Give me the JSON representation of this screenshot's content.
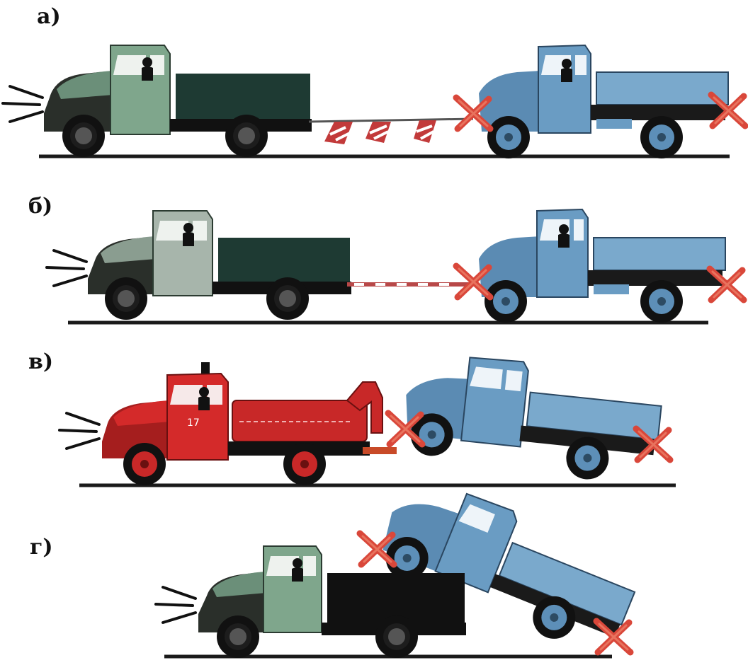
{
  "panels": [
    {
      "label": "а)",
      "scene": "flexible-tow-with-cable-and-flags"
    },
    {
      "label": "б)",
      "scene": "rigid-tow-bar"
    },
    {
      "label": "в)",
      "scene": "partial-load-tow-by-tow-truck"
    },
    {
      "label": "г)",
      "scene": "partial-load-on-truck-bed"
    }
  ],
  "tow_truck": {
    "number": "17"
  },
  "colors": {
    "towing_truck_cab": "#7fa68c",
    "towing_truck_body": "#1e3a33",
    "towed_truck": "#6a9cc3",
    "tow_truck_red": "#d42a2a",
    "hazard_cross": "#d9473a",
    "flag_stripe": "#c23a3a",
    "ground": "#1a1a1a"
  },
  "icons": [
    "headlight-beam-icon",
    "hazard-triangle-cross-icon",
    "warning-flag-icon"
  ]
}
